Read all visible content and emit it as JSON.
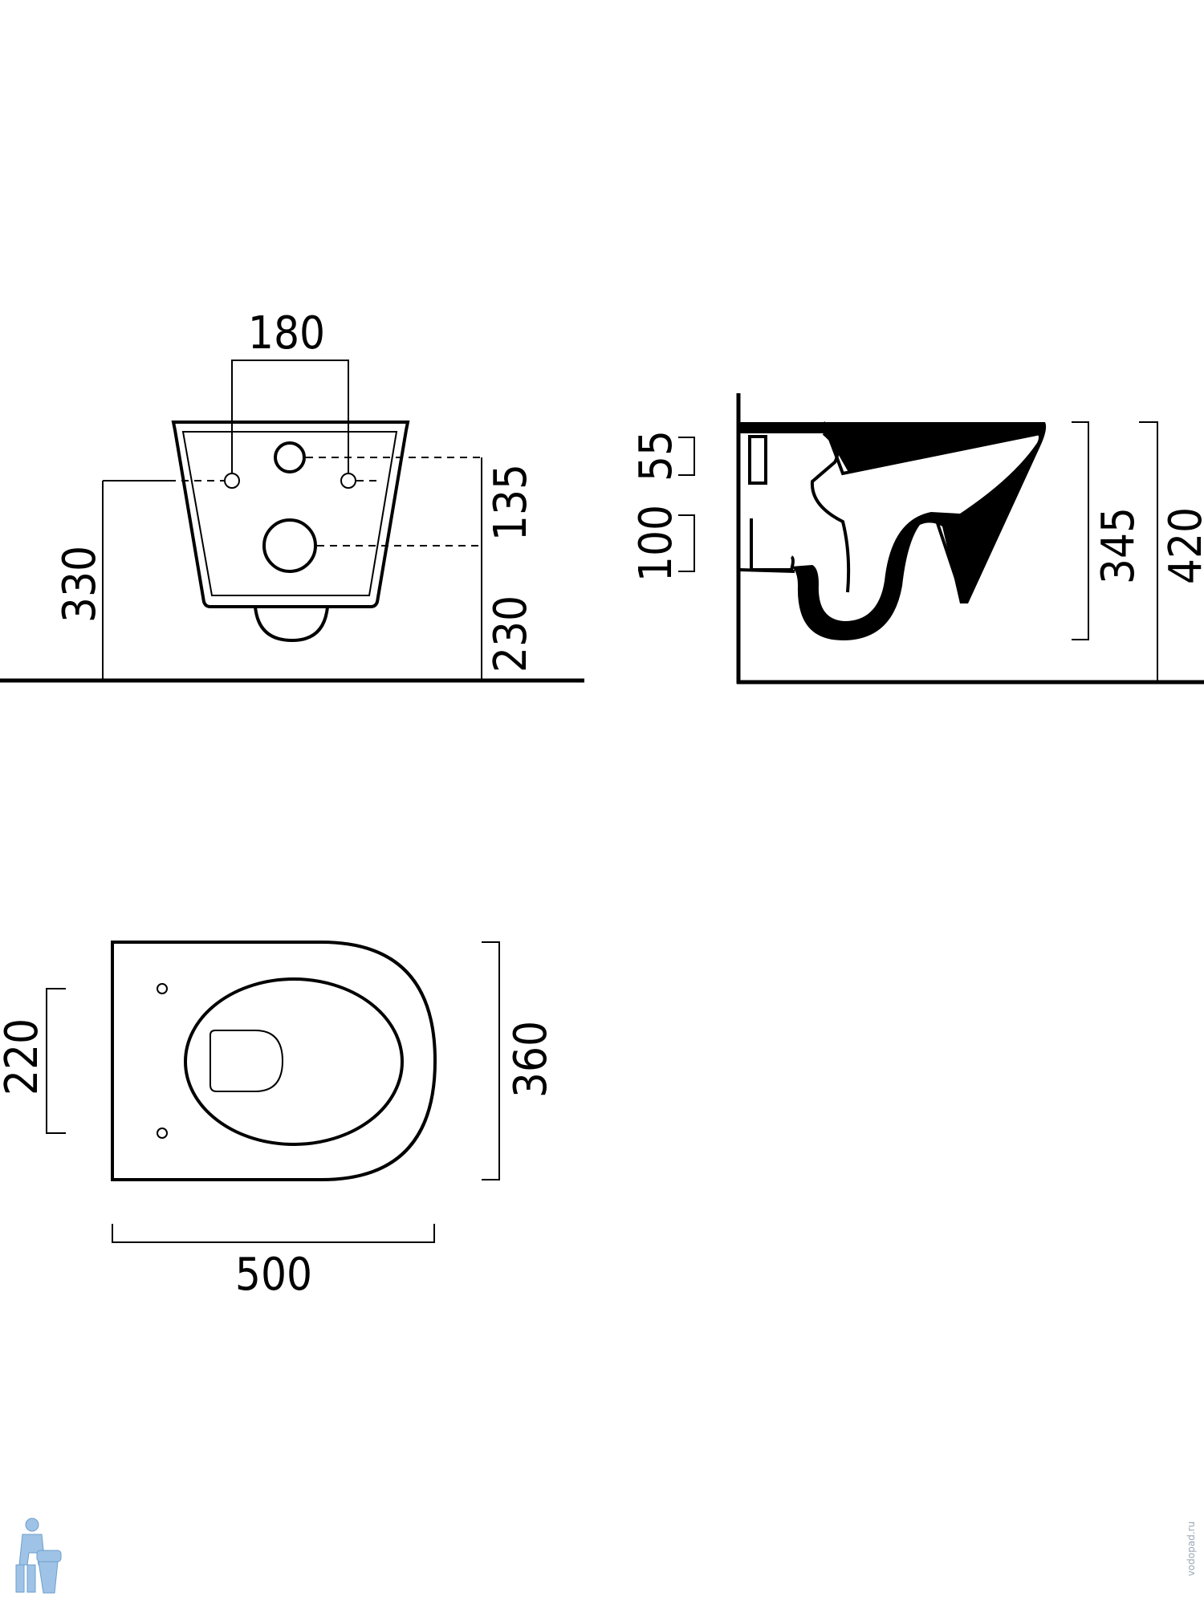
{
  "front_view": {
    "dim_width_fixings": "180",
    "dim_total_height": "330",
    "dim_fixing_to_outlet": "135",
    "dim_outlet_height": "230"
  },
  "side_view": {
    "dim_inlet": "55",
    "dim_outlet": "100",
    "dim_bowl_height": "345",
    "dim_rim_height": "420"
  },
  "top_view": {
    "dim_fixing_spacing": "220",
    "dim_width": "360",
    "dim_length": "500"
  },
  "watermark": {
    "text": "vodopad.ru"
  }
}
